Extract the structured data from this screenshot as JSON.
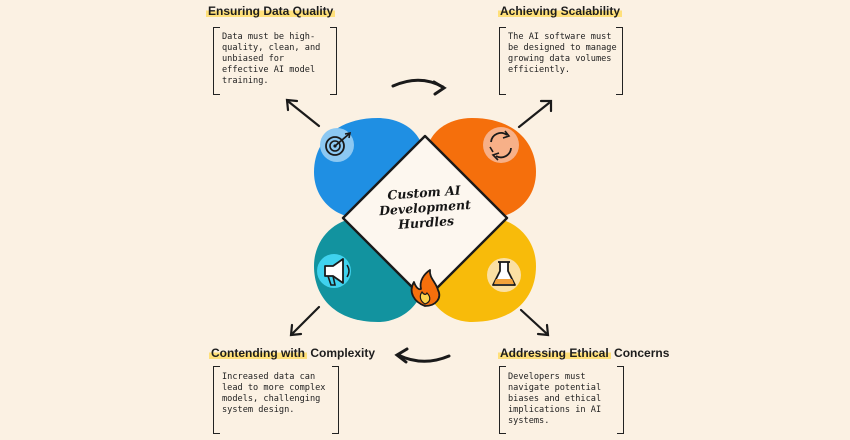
{
  "center": {
    "title_lines": [
      "Custom AI",
      "Development",
      "Hurdles"
    ]
  },
  "sections": [
    {
      "heading_plain_before": "",
      "heading_highlight": "Ensuring Data Quality",
      "heading_plain_after": "",
      "description": "Data must be high-quality, clean, and unbiased for effective AI model training.",
      "icon": "target-icon",
      "color": "#1f8fe3"
    },
    {
      "heading_plain_before": "",
      "heading_highlight": "Achieving Scalability",
      "heading_plain_after": "",
      "description": "The AI software must be designed to manage growing data volumes efficiently.",
      "icon": "recycle-arrows-icon",
      "color": "#f56f0c"
    },
    {
      "heading_plain_before": "",
      "heading_highlight": "Contending with",
      "heading_plain_after": " Complexity",
      "description": "Increased data can lead to more complex models, challenging system design.",
      "icon": "megaphone-icon",
      "color": "#12939f"
    },
    {
      "heading_plain_before": "",
      "heading_highlight": "Addressing Ethical",
      "heading_plain_after": " Concerns",
      "description": "Developers must navigate potential biases and ethical implications in AI systems.",
      "icon": "flask-icon",
      "color": "#f8bb0a"
    }
  ],
  "center_icon": "fire-icon"
}
